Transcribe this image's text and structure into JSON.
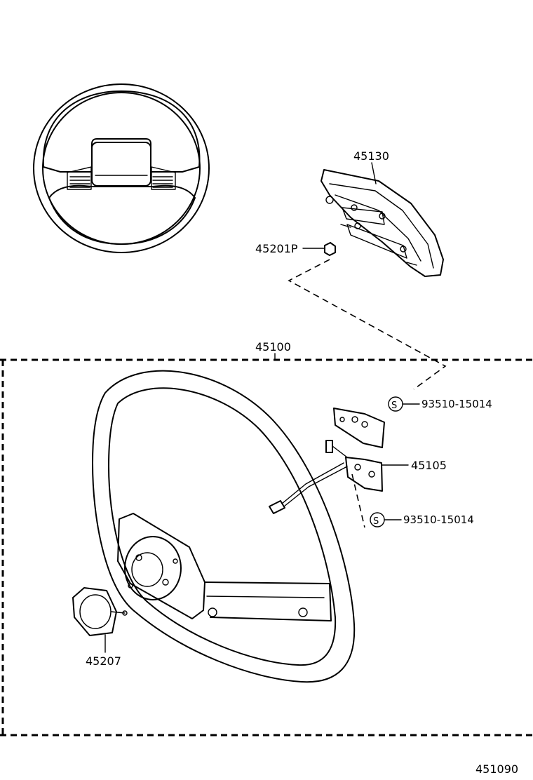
{
  "parts": {
    "pad_assy": "45130",
    "nut": "45201P",
    "wheel_assy": "45100",
    "screw_upper": "93510-15014",
    "bracket": "45105",
    "screw_lower": "93510-15014",
    "cancel_cam": "45207"
  },
  "screw_symbol": "S",
  "figure_number": "451090"
}
